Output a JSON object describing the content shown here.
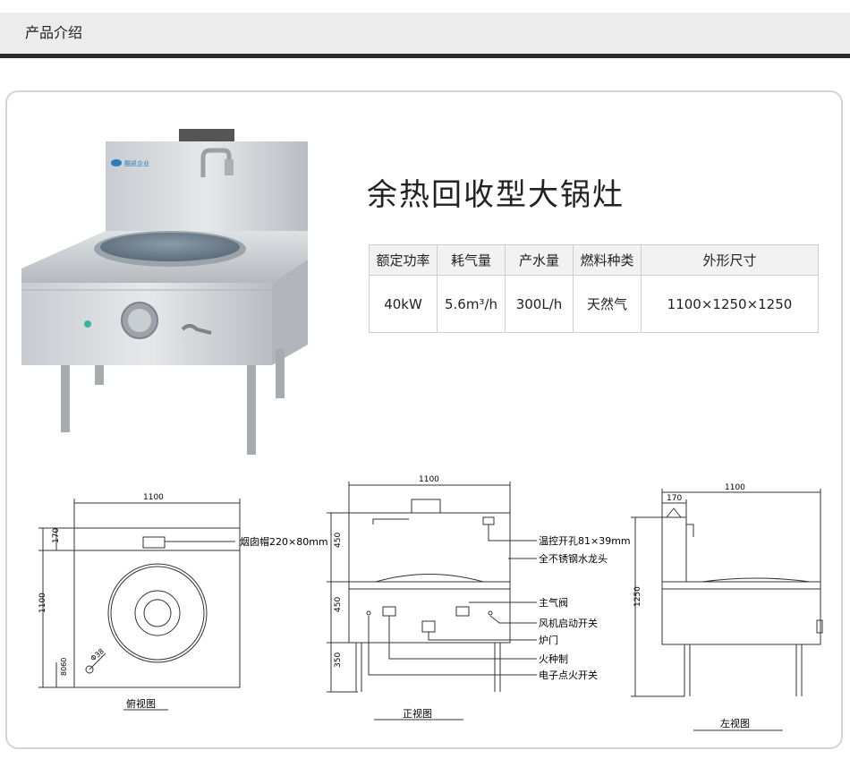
{
  "header": {
    "title": "产品介绍"
  },
  "product": {
    "name": "余热回收型大锅灶",
    "logo_text": "酷凯企业"
  },
  "spec_table": {
    "headers": [
      "额定功率",
      "耗气量",
      "产水量",
      "燃料种类",
      "外形尺寸"
    ],
    "rows": [
      [
        "40kW",
        "5.6m³/h",
        "300L/h",
        "天然气",
        "1100×1250×1250"
      ]
    ]
  },
  "drawings": {
    "top_view": {
      "caption": "俯视图",
      "dim_width": "1100",
      "dim_170": "170",
      "dim_depth": "1100",
      "dim_bottom": "8060",
      "hole_label": "Φ38",
      "callout_hood": "烟囱帽220×80mm"
    },
    "front_view": {
      "caption": "正视图",
      "dim_width": "1100",
      "dim_450_top": "450",
      "dim_450_mid": "450",
      "dim_350": "350",
      "callouts": [
        "温控开孔81×39mm",
        "全不锈钢水龙头",
        "主气阀",
        "风机启动开关",
        "炉门",
        "火种制",
        "电子点火开关"
      ]
    },
    "side_view": {
      "caption": "左视图",
      "dim_width": "1100",
      "dim_170": "170",
      "dim_height": "1250"
    }
  }
}
